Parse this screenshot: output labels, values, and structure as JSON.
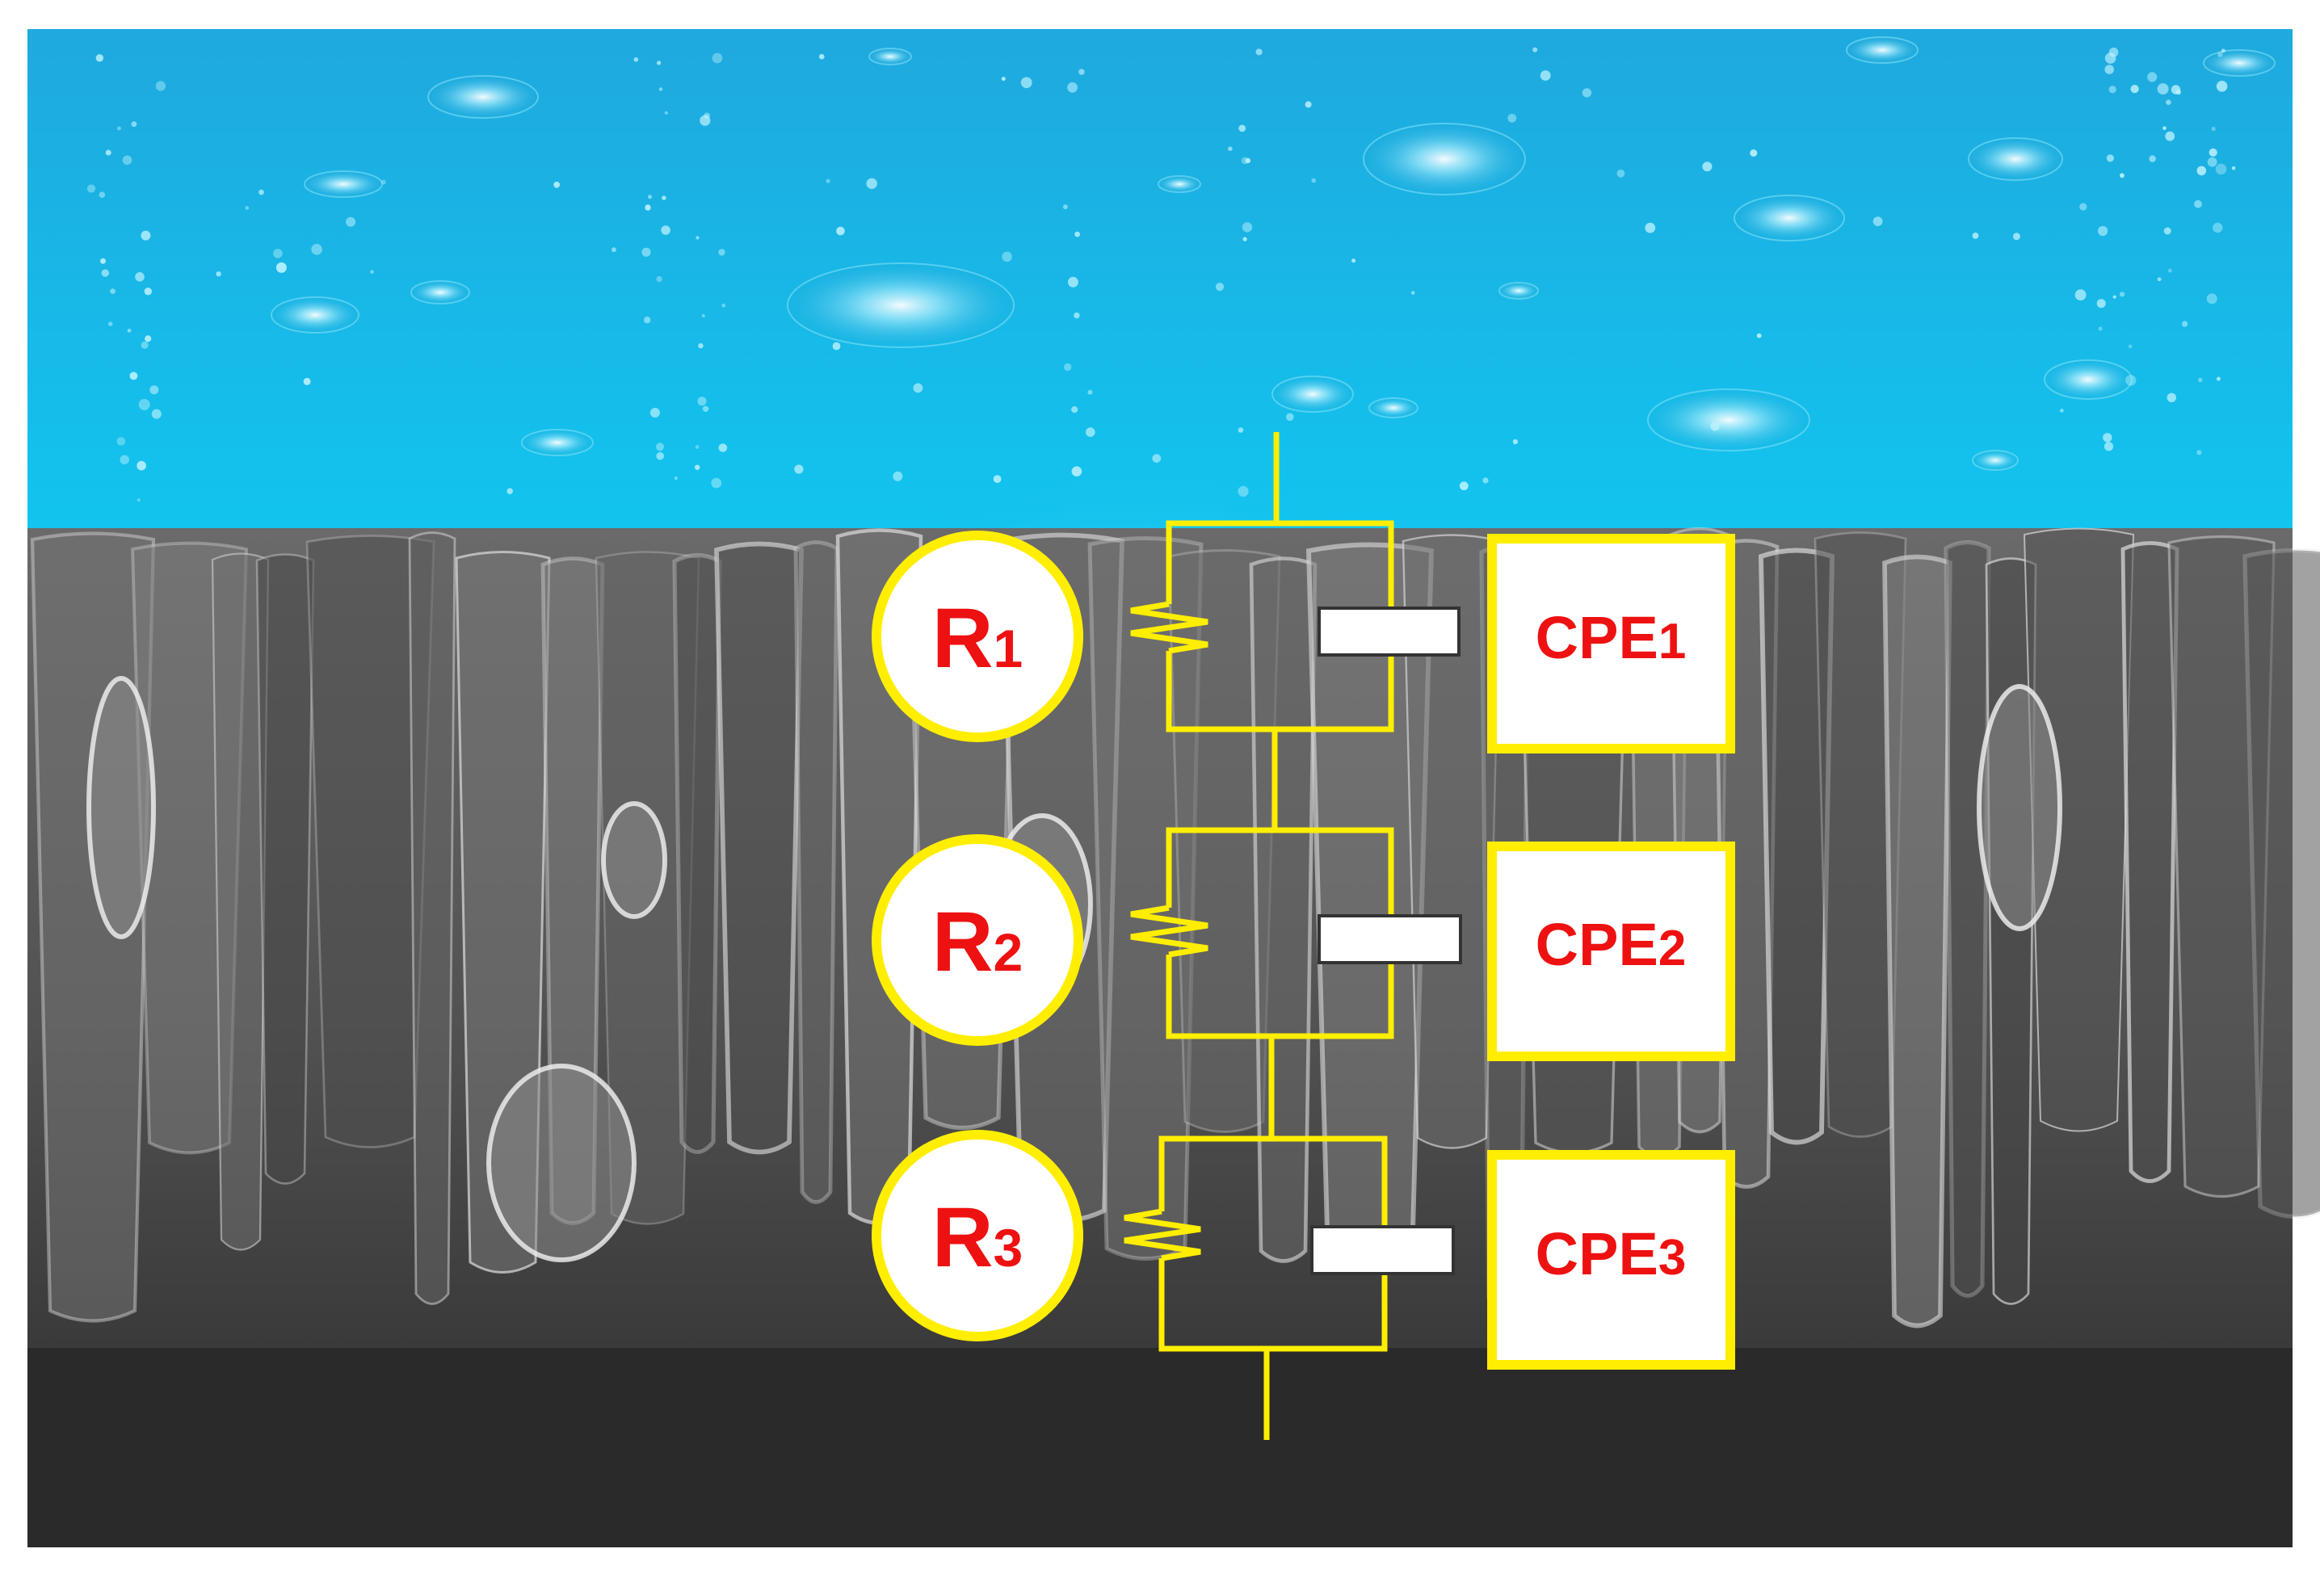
{
  "colors": {
    "electrolyte": "#10bfe8",
    "electrolyte_glow": "#b9ecf9",
    "coating": "#5a5a5a",
    "substrate": "#2a2a2a",
    "wire": "#ffee00",
    "label_text": "#ee1111",
    "label_fill": "#ffffff"
  },
  "circuit": {
    "elements": [
      {
        "resistor": {
          "main": "R",
          "sub": "1"
        },
        "cpe": {
          "main": "CPE",
          "sub": "1"
        }
      },
      {
        "resistor": {
          "main": "R",
          "sub": "2"
        },
        "cpe": {
          "main": "CPE",
          "sub": "2"
        }
      },
      {
        "resistor": {
          "main": "R",
          "sub": "3"
        },
        "cpe": {
          "main": "CPE",
          "sub": "3"
        }
      }
    ]
  }
}
